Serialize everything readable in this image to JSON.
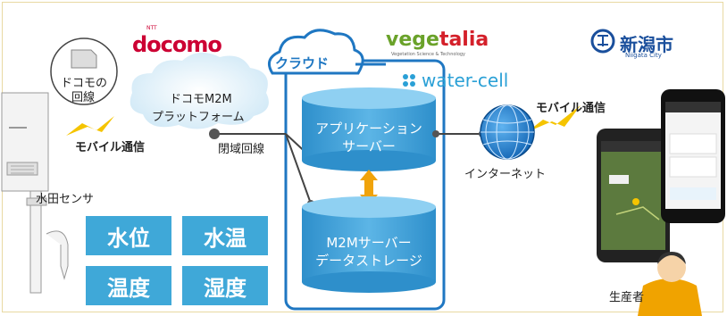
{
  "logos": {
    "docomo": "docomo",
    "docomo_small": "NTT",
    "vegetalia_prefix": "vege",
    "vegetalia_suffix": "talia",
    "vegetalia_tagline": "Vegetation Science & Technology",
    "watercell": "water-cell",
    "niigata_city_jp": "新潟市",
    "niigata_city_en": "Niigata City"
  },
  "cloud_label": "クラウド",
  "sim_label_line1": "ドコモの",
  "sim_label_line2": "回線",
  "docomo_platform_line1": "ドコモM2M",
  "docomo_platform_line2": "プラットフォーム",
  "mobile_left": "モバイル通信",
  "closed_line": "閉域回線",
  "sensor_label": "水田センサ",
  "tiles": [
    "水位",
    "水温",
    "温度",
    "湿度"
  ],
  "app_server_line1": "アプリケーション",
  "app_server_line2": "サーバー",
  "m2m_server_line1": "M2Mサーバー",
  "m2m_server_line2": "データストレージ",
  "internet": "インターネット",
  "mobile_right": "モバイル通信",
  "producer": "生産者",
  "colors": {
    "docomo_red": "#cc0033",
    "vege_green": "#6aa22a",
    "talia_red": "#d4202a",
    "cloud_blue": "#1f77c2",
    "cylinder_blue": "#3b9fd6",
    "tile_blue": "#3fa8d8",
    "bolt_yellow": "#f5c400",
    "arrow_orange": "#f0a30a"
  }
}
